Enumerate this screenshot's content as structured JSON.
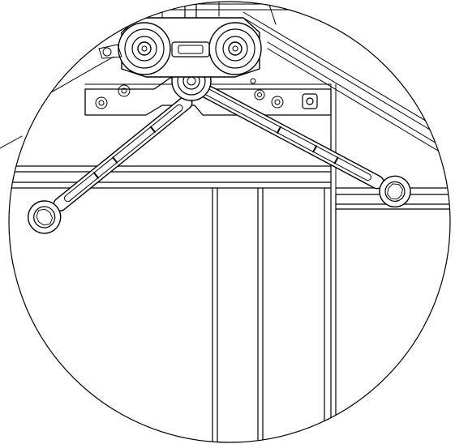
{
  "figure": {
    "kind": "technical line drawing, circular detail view",
    "components": [
      "detail-callout-circle",
      "leader-line",
      "sliding-door-roller-carriage",
      "mounting-bracket-plate",
      "ring-wrench-left",
      "ring-wrench-right",
      "door-frame-profiles"
    ],
    "colors": {
      "stroke": "#000000",
      "fill": "#ffffff"
    }
  }
}
